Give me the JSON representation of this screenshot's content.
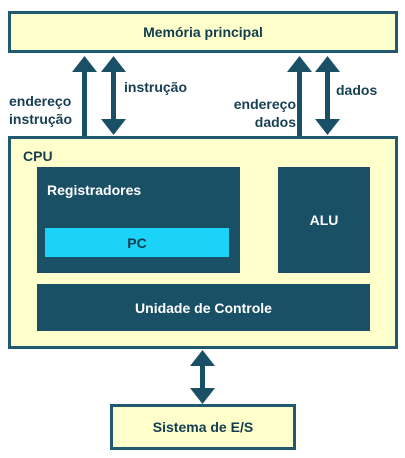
{
  "memory": {
    "label": "Memória principal"
  },
  "io": {
    "label": "Sistema de E/S"
  },
  "cpu": {
    "label": "CPU",
    "registers": {
      "label": "Registradores"
    },
    "pc": {
      "label": "PC"
    },
    "alu": {
      "label": "ALU"
    },
    "control": {
      "label": "Unidade de Controle"
    }
  },
  "bus_labels": {
    "instr_address": [
      "endereço",
      "instrução"
    ],
    "instruction": "instrução",
    "data_address": [
      "endereço",
      "dados"
    ],
    "data": "dados"
  },
  "colors": {
    "light_fill": "#ffffcc",
    "dark_fill": "#1a5066",
    "pc_fill": "#1ad3f7",
    "arrow": "#1a5066"
  }
}
